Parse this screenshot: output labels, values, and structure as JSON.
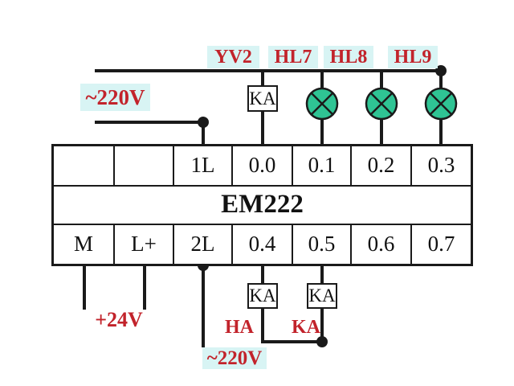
{
  "colors": {
    "wire": "#1a1a1a",
    "text": "#111111",
    "red": "#c2232b",
    "label_bg": "#d8f4f4",
    "lamp_green": "#2fc494",
    "background": "#ffffff"
  },
  "top_labels": {
    "yv2": "YV2",
    "hl7": "HL7",
    "hl8": "HL8",
    "hl9": "HL9"
  },
  "voltage_labels": {
    "top_ac": "~220V",
    "dc": "+24V",
    "bottom_ac": "~220V"
  },
  "relays": {
    "top_coil": "KA",
    "left_coil": "KA",
    "right_coil": "KA"
  },
  "red_labels": {
    "ha": "HA",
    "ka": "KA"
  },
  "module": {
    "name": "EM222",
    "top_row": [
      "",
      "",
      "1L",
      "0.0",
      "0.1",
      "0.2",
      "0.3"
    ],
    "bottom_row": [
      "M",
      "L+",
      "2L",
      "0.4",
      "0.5",
      "0.6",
      "0.7"
    ]
  }
}
